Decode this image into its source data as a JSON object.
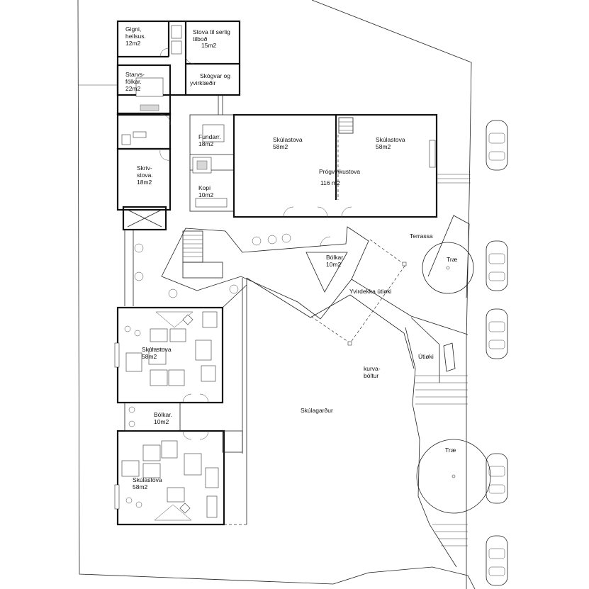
{
  "labels": {
    "gigni": [
      "Gigni,",
      "heilsus.",
      "12m2"
    ],
    "stova_serlig": [
      "Stova til serlig",
      "tilboð",
      "15m2"
    ],
    "starvsfolkar": [
      "Starvs-",
      "fólkar.",
      "22m2"
    ],
    "skogvar": [
      "Skógvar og",
      "yvirklæðir"
    ],
    "fundarr": [
      "Fundarr.",
      "18m2"
    ],
    "skrivstova": [
      "Skriv-",
      "stova.",
      "18m2"
    ],
    "kopi": [
      "Kopi",
      "10m2"
    ],
    "skulastova_a": [
      "Skúlastova",
      "58m2"
    ],
    "skulastova_b": [
      "Skúlastova",
      "58m2"
    ],
    "progvinkustova": [
      "Prógvinkustova",
      "116 m2"
    ],
    "terrassa": "Terrassa",
    "trae_1": "Træ",
    "bolkar_1": [
      "Bólkar.",
      "10m2"
    ],
    "yvirdekka": "Yvirdekka útiøki",
    "utioki": "Útiøki",
    "kurvabóltur": [
      "kurva-",
      "bóltur"
    ],
    "skulastova_c": [
      "Skúlastova",
      "58m2"
    ],
    "skulagardur": "Skúlagarður",
    "bolkar_2": [
      "Bólkar.",
      "10m2"
    ],
    "trae_2": "Træ",
    "skulastova_d": [
      "Skúlastova",
      "58m2"
    ]
  }
}
